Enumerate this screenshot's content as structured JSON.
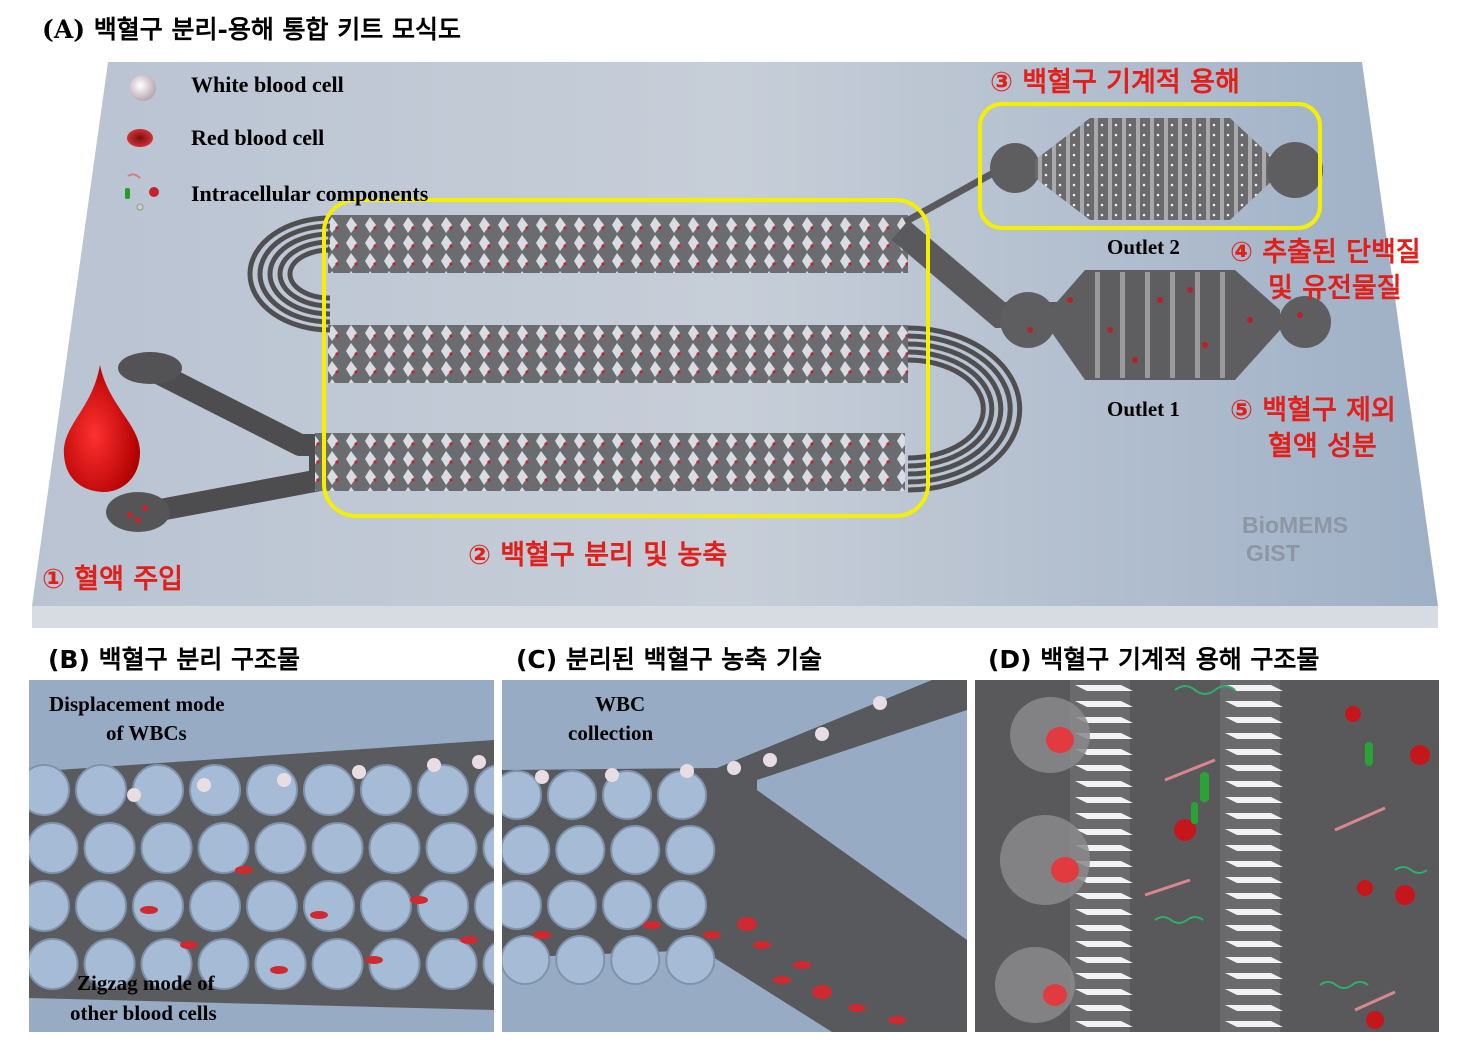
{
  "panel_a": {
    "title": "(A) 백혈구 분리-용해 통합 키트 모식도",
    "legend": [
      {
        "label": "White blood cell",
        "icon": "white-blood-cell-icon"
      },
      {
        "label": "Red blood cell",
        "icon": "red-blood-cell-icon"
      },
      {
        "label": "Intracellular components",
        "icon": "intracellular-components-icon"
      }
    ],
    "steps": {
      "step1": "① 혈액 주입",
      "step2": "② 백혈구 분리 및 농축",
      "step3": "③ 백혈구 기계적 용해",
      "step4_line1": "④ 추출된 단백질",
      "step4_line2": "및 유전물질",
      "step5_line1": "⑤ 백혈구 제외",
      "step5_line2": "혈액 성분"
    },
    "outlets": {
      "outlet2": "Outlet 2",
      "outlet1": "Outlet 1"
    },
    "watermark": {
      "line1": "BioMEMS",
      "line2": "GIST"
    }
  },
  "panel_b": {
    "title": "(B) 백혈구 분리 구조물",
    "top_label_line1": "Displacement mode",
    "top_label_line2": "of WBCs",
    "bottom_label_line1": "Zigzag mode of",
    "bottom_label_line2": "other blood cells"
  },
  "panel_c": {
    "title": "(C) 분리된 백혈구 농축 기술",
    "label_line1": "WBC",
    "label_line2": "collection"
  },
  "panel_d": {
    "title": "(D) 백혈구 기계적 용해 구조물"
  },
  "colors": {
    "chip": "#a9b7c9",
    "channel": "#5c5c5e",
    "highlight": "#f5f000",
    "annotation": "#e0201b",
    "rbc": "#c4242a",
    "wbc": "#e8dfe3"
  }
}
